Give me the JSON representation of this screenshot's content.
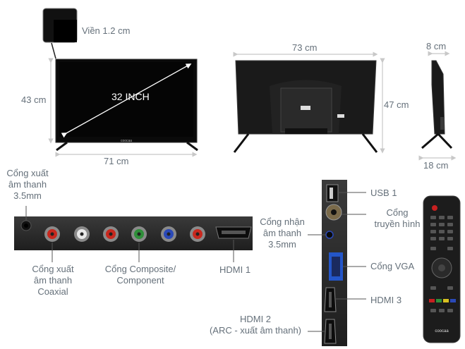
{
  "specs": {
    "bezel": "Viền 1.2 cm",
    "screen_size": "32 INCH",
    "front_height": "43 cm",
    "front_width": "71 cm",
    "back_width": "73 cm",
    "back_height": "47 cm",
    "depth": "8 cm",
    "stand_depth": "18 cm"
  },
  "ports": {
    "audio_out_35": [
      "Cổng xuất",
      "âm thanh",
      "3.5mm"
    ],
    "coaxial": [
      "Cổng xuất",
      "âm thanh",
      "Coaxial"
    ],
    "composite": [
      "Cổng Composite/",
      "Component"
    ],
    "hdmi1": "HDMI 1",
    "usb1": "USB 1",
    "antenna": [
      "Cổng",
      "truyền hình"
    ],
    "audio_in_35": [
      "Cổng nhận",
      "âm thanh",
      "3.5mm"
    ],
    "vga": "Cổng VGA",
    "hdmi3": "HDMI 3",
    "hdmi2": [
      "HDMI 2",
      "(ARC - xuất âm thanh)"
    ]
  },
  "colors": {
    "label": "#65707a",
    "dimension_line": "#c8c8c8",
    "panel": "#2b2b2b",
    "rca_red": "#c8281e",
    "rca_white": "#e8e8e8",
    "rca_green": "#2f8f3a",
    "rca_blue": "#2a49b8",
    "vga_blue": "#2456c9"
  },
  "icons": [
    "tv-front",
    "tv-back",
    "tv-side",
    "remote-control",
    "rca-jack",
    "hdmi-port",
    "usb-port",
    "vga-port",
    "antenna-port"
  ]
}
